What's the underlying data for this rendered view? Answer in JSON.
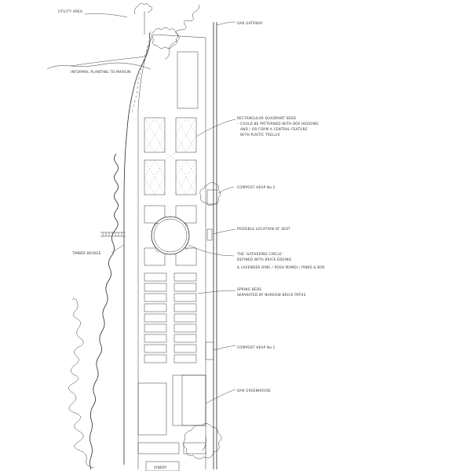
{
  "annotations": {
    "utility_area": "UTILITY AREA",
    "informal_planting": "INFORMAL PLANTING TO MARGIN",
    "oak_gateway": "OAK GATEWAY",
    "rect_beds_1": "RECTANGULAR QUADRANT BEDS",
    "rect_beds_2": "– COULD BE PATTERNED WITH BOX HEDGING",
    "rect_beds_3": "AND / OR FORM A CENTRAL FEATURE",
    "rect_beds_4": "WITH RUSTIC TRELLIS",
    "compost_2": "COMPOST HEAP No.2",
    "seat_location": "POSSIBLE LOCATION OF SEAT",
    "timber_bridge": "TIMBER BRIDGE",
    "gathering_1": "THE 'GATHERING CIRCLE'",
    "gathering_2": "DEFINED WITH BRICK EDGING",
    "gathering_3": "& LAVENDER RING  /  ROSA MUNDI  /  PINKS & BOX",
    "spring_1": "SPRING BEDS",
    "spring_2": "SEPARATED BY NARROW BRICK PATHS",
    "compost_1": "COMPOST HEAP No.1",
    "greenhouse": "OAK GREENHOUSE",
    "bottom_label": "VINERY"
  }
}
